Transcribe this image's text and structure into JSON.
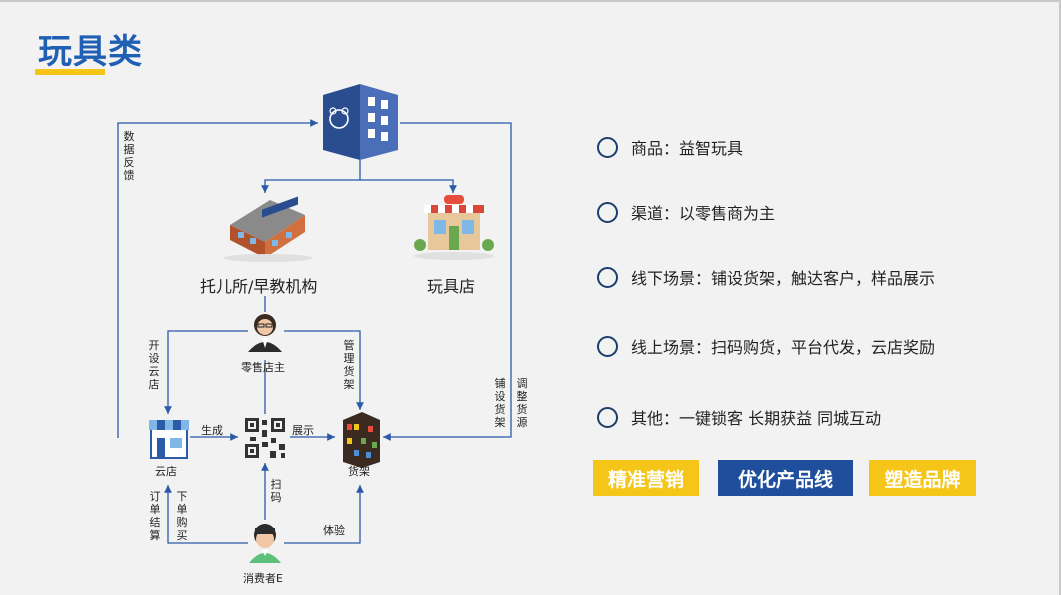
{
  "page": {
    "title": "玩具类"
  },
  "diagram": {
    "nodes": {
      "daycare": "托儿所/早教机构",
      "toy_store": "玩具店",
      "retailer": "零售店主",
      "cloud_store": "云店",
      "shelf": "货架",
      "consumer": "消费者E"
    },
    "edge_labels": {
      "data_feedback": "数据反馈",
      "open_cloud_store": "开设云店",
      "manage_shelf": "管理货架",
      "stock_shelf": "铺设货架",
      "adjust_source": "调整货源",
      "generate": "生成",
      "display": "展示",
      "scan": "扫码",
      "order_settle": "订单结算",
      "place_order": "下单购买",
      "experience": "体验"
    }
  },
  "bullets": [
    {
      "text": "商品：益智玩具"
    },
    {
      "text": "渠道：以零售商为主"
    },
    {
      "text": "线下场景：铺设货架，触达客户，样品展示"
    },
    {
      "text": "线上场景：扫码购货，平台代发，云店奖励"
    },
    {
      "text": "其他：一键锁客 长期获益 同城互动"
    }
  ],
  "badges": [
    {
      "text": "精准营销",
      "color": "#f5c518"
    },
    {
      "text": "优化产品线",
      "color": "#1e4e9c"
    },
    {
      "text": "塑造品牌",
      "color": "#f5c518"
    }
  ]
}
